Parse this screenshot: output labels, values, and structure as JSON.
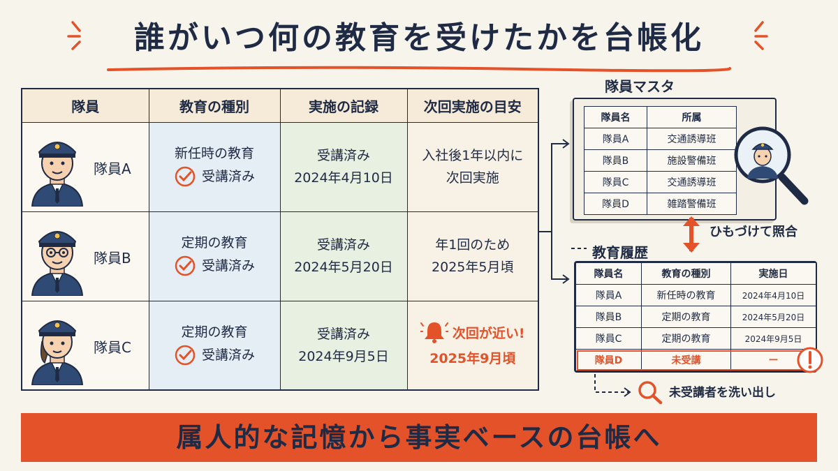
{
  "title": "誰がいつ何の教育を受けたかを台帳化",
  "table": {
    "headers": [
      "隊員",
      "教育の種別",
      "実施の記録",
      "次回実施の目安"
    ],
    "rows": [
      {
        "member": "隊員A",
        "edu_type": "新任時の教育",
        "edu_status": "受講済み",
        "record_status": "受講済み",
        "record_date": "2024年4月10日",
        "next_line1": "入社後1年以内に",
        "next_line2": "次回実施"
      },
      {
        "member": "隊員B",
        "edu_type": "定期の教育",
        "edu_status": "受講済み",
        "record_status": "受講済み",
        "record_date": "2024年5月20日",
        "next_line1": "年1回のため",
        "next_line2": "2025年5月頃"
      },
      {
        "member": "隊員C",
        "edu_type": "定期の教育",
        "edu_status": "受講済み",
        "record_status": "受講済み",
        "record_date": "2024年9月5日",
        "next_line1": "次回が近い!",
        "next_line2": "2025年9月頃"
      }
    ]
  },
  "master": {
    "label": "隊員マスタ",
    "headers": [
      "隊員名",
      "所属"
    ],
    "rows": [
      [
        "隊員A",
        "交通誘導班"
      ],
      [
        "隊員B",
        "施設警備班"
      ],
      [
        "隊員C",
        "交通誘導班"
      ],
      [
        "隊員D",
        "雑踏警備班"
      ]
    ]
  },
  "link_label": "ひもづけて照合",
  "history": {
    "label": "教育履歴",
    "headers": [
      "隊員名",
      "教育の種別",
      "実施日"
    ],
    "rows": [
      [
        "隊員A",
        "新任時の教育",
        "2024年4月10日"
      ],
      [
        "隊員B",
        "定期の教育",
        "2024年5月20日"
      ],
      [
        "隊員C",
        "定期の教育",
        "2024年9月5日"
      ],
      [
        "隊員D",
        "未受講",
        "ー"
      ]
    ]
  },
  "find_label": "未受講者を洗い出し",
  "banner": "属人的な記憶から事実ベースの台帳へ",
  "colors": {
    "accent": "#e4522a",
    "navy": "#1f2a44",
    "paper": "#f7f4ec"
  }
}
